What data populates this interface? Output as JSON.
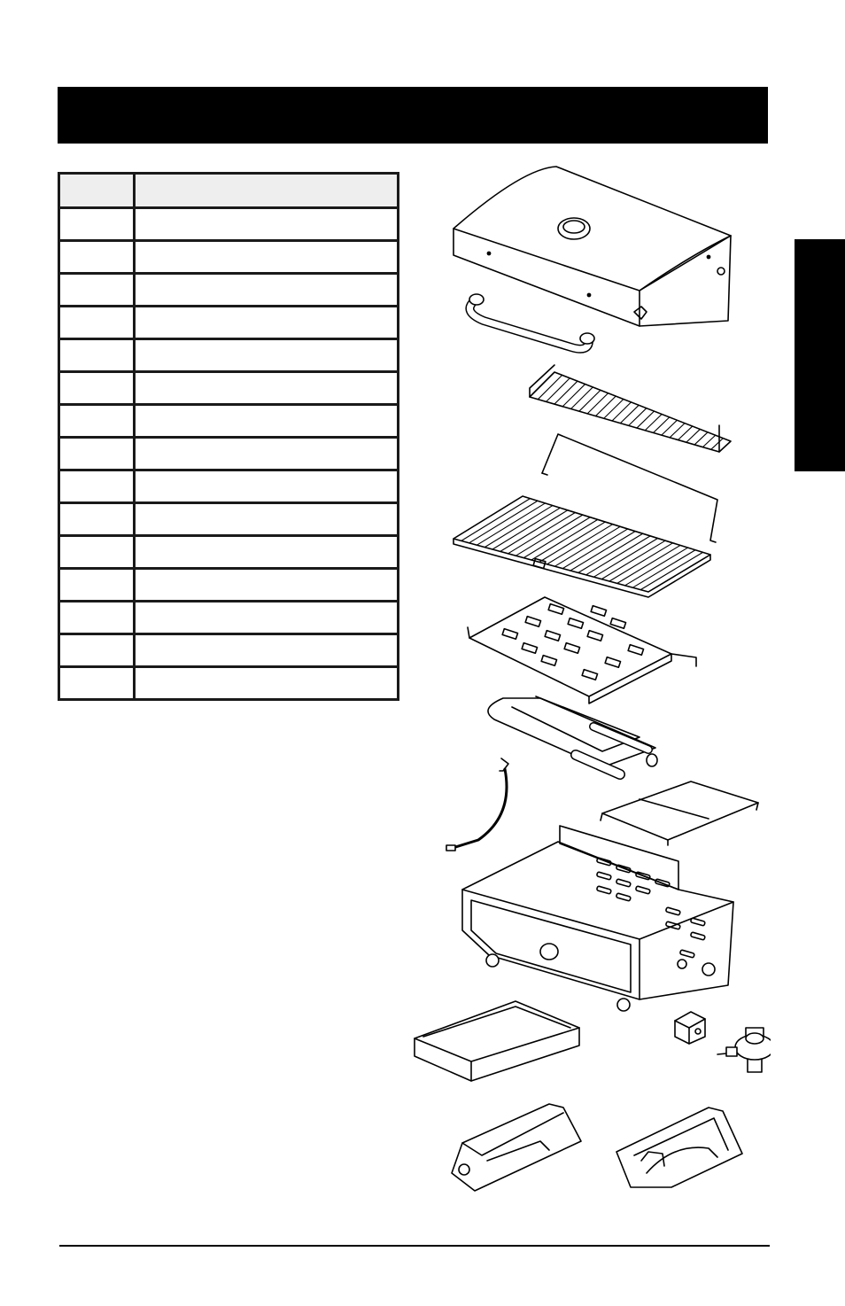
{
  "header": {
    "title": ""
  },
  "side_tab": {
    "label": ""
  },
  "parts_table": {
    "columns": [
      "",
      ""
    ],
    "rows": [
      [
        "",
        ""
      ],
      [
        "",
        ""
      ],
      [
        "",
        ""
      ],
      [
        "",
        ""
      ],
      [
        "",
        ""
      ],
      [
        "",
        ""
      ],
      [
        "",
        ""
      ],
      [
        "",
        ""
      ],
      [
        "",
        ""
      ],
      [
        "",
        ""
      ],
      [
        "",
        ""
      ],
      [
        "",
        ""
      ],
      [
        "",
        ""
      ],
      [
        "",
        ""
      ],
      [
        "",
        ""
      ]
    ]
  },
  "colors": {
    "ink": "#000000",
    "header_fill": "#eeeeee",
    "paper": "#ffffff"
  },
  "diagram": {
    "parts": [
      "lid",
      "lid-handle",
      "warming-rack",
      "rack-support",
      "cooking-grate",
      "heat-plate",
      "burner",
      "electrode-wire",
      "heat-shield",
      "firebox",
      "grease-tray",
      "igniter-box",
      "regulator",
      "left-leg",
      "right-leg"
    ]
  }
}
